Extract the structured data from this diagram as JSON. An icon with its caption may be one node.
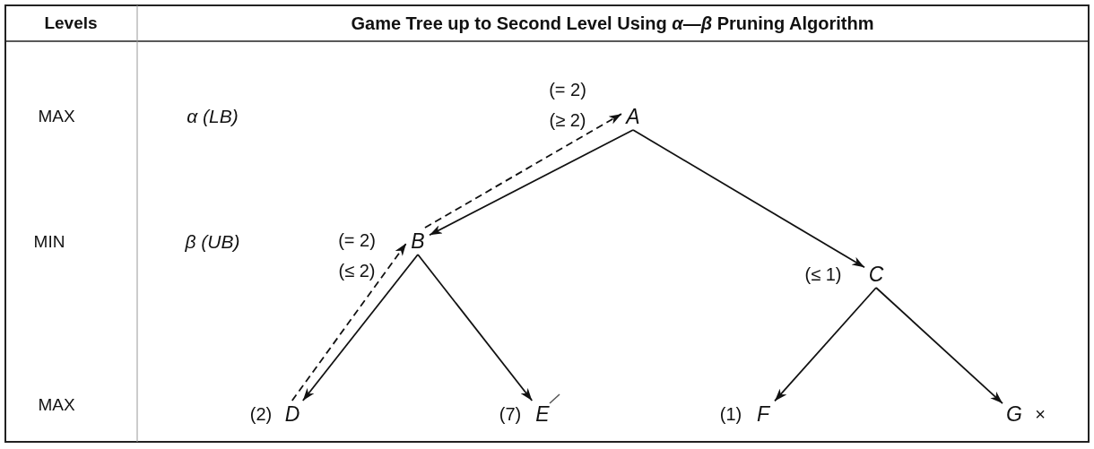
{
  "diagram": {
    "title": "Game Tree up to Second Level Using *α*—*β* Pruning Algorithm",
    "nodes": [
      {
        "text": [
          "A"
        ],
        "beside": [
          "(= 2)",
          "(≥ 2)"
        ]
      },
      {
        "text": [
          "B"
        ],
        "beside": [
          "(= 2)",
          "(≤ 2)"
        ]
      },
      {
        "text": [
          "C"
        ],
        "beside": [
          "(≤ 1)"
        ]
      },
      {
        "text": [
          "D"
        ],
        "beside": [
          "(2)"
        ]
      },
      {
        "text": [
          "E"
        ],
        "beside": [
          "(7)"
        ]
      },
      {
        "text": [
          "F"
        ],
        "beside": [
          "(1)"
        ]
      },
      {
        "text": [
          "G"
        ],
        "beside": [
          "×"
        ]
      }
    ],
    "edges": [
      {
        "from": 0,
        "to": 1,
        "arrow": "to"
      },
      {
        "from": 1,
        "to": 0,
        "arrow": "to",
        "style": "dashed"
      },
      {
        "from": 0,
        "to": 2,
        "arrow": "to"
      },
      {
        "from": 1,
        "to": 3,
        "arrow": "to"
      },
      {
        "from": 3,
        "to": 1,
        "arrow": "to",
        "style": "dashed"
      },
      {
        "from": 1,
        "to": 4,
        "arrow": "to"
      },
      {
        "from": 2,
        "to": 5,
        "arrow": "to"
      },
      {
        "from": 2,
        "to": 6,
        "arrow": "to"
      }
    ],
    "labels": [
      "Levels",
      "MAX",
      "α (LB)",
      "MIN",
      "β (UB)",
      "MAX"
    ]
  }
}
